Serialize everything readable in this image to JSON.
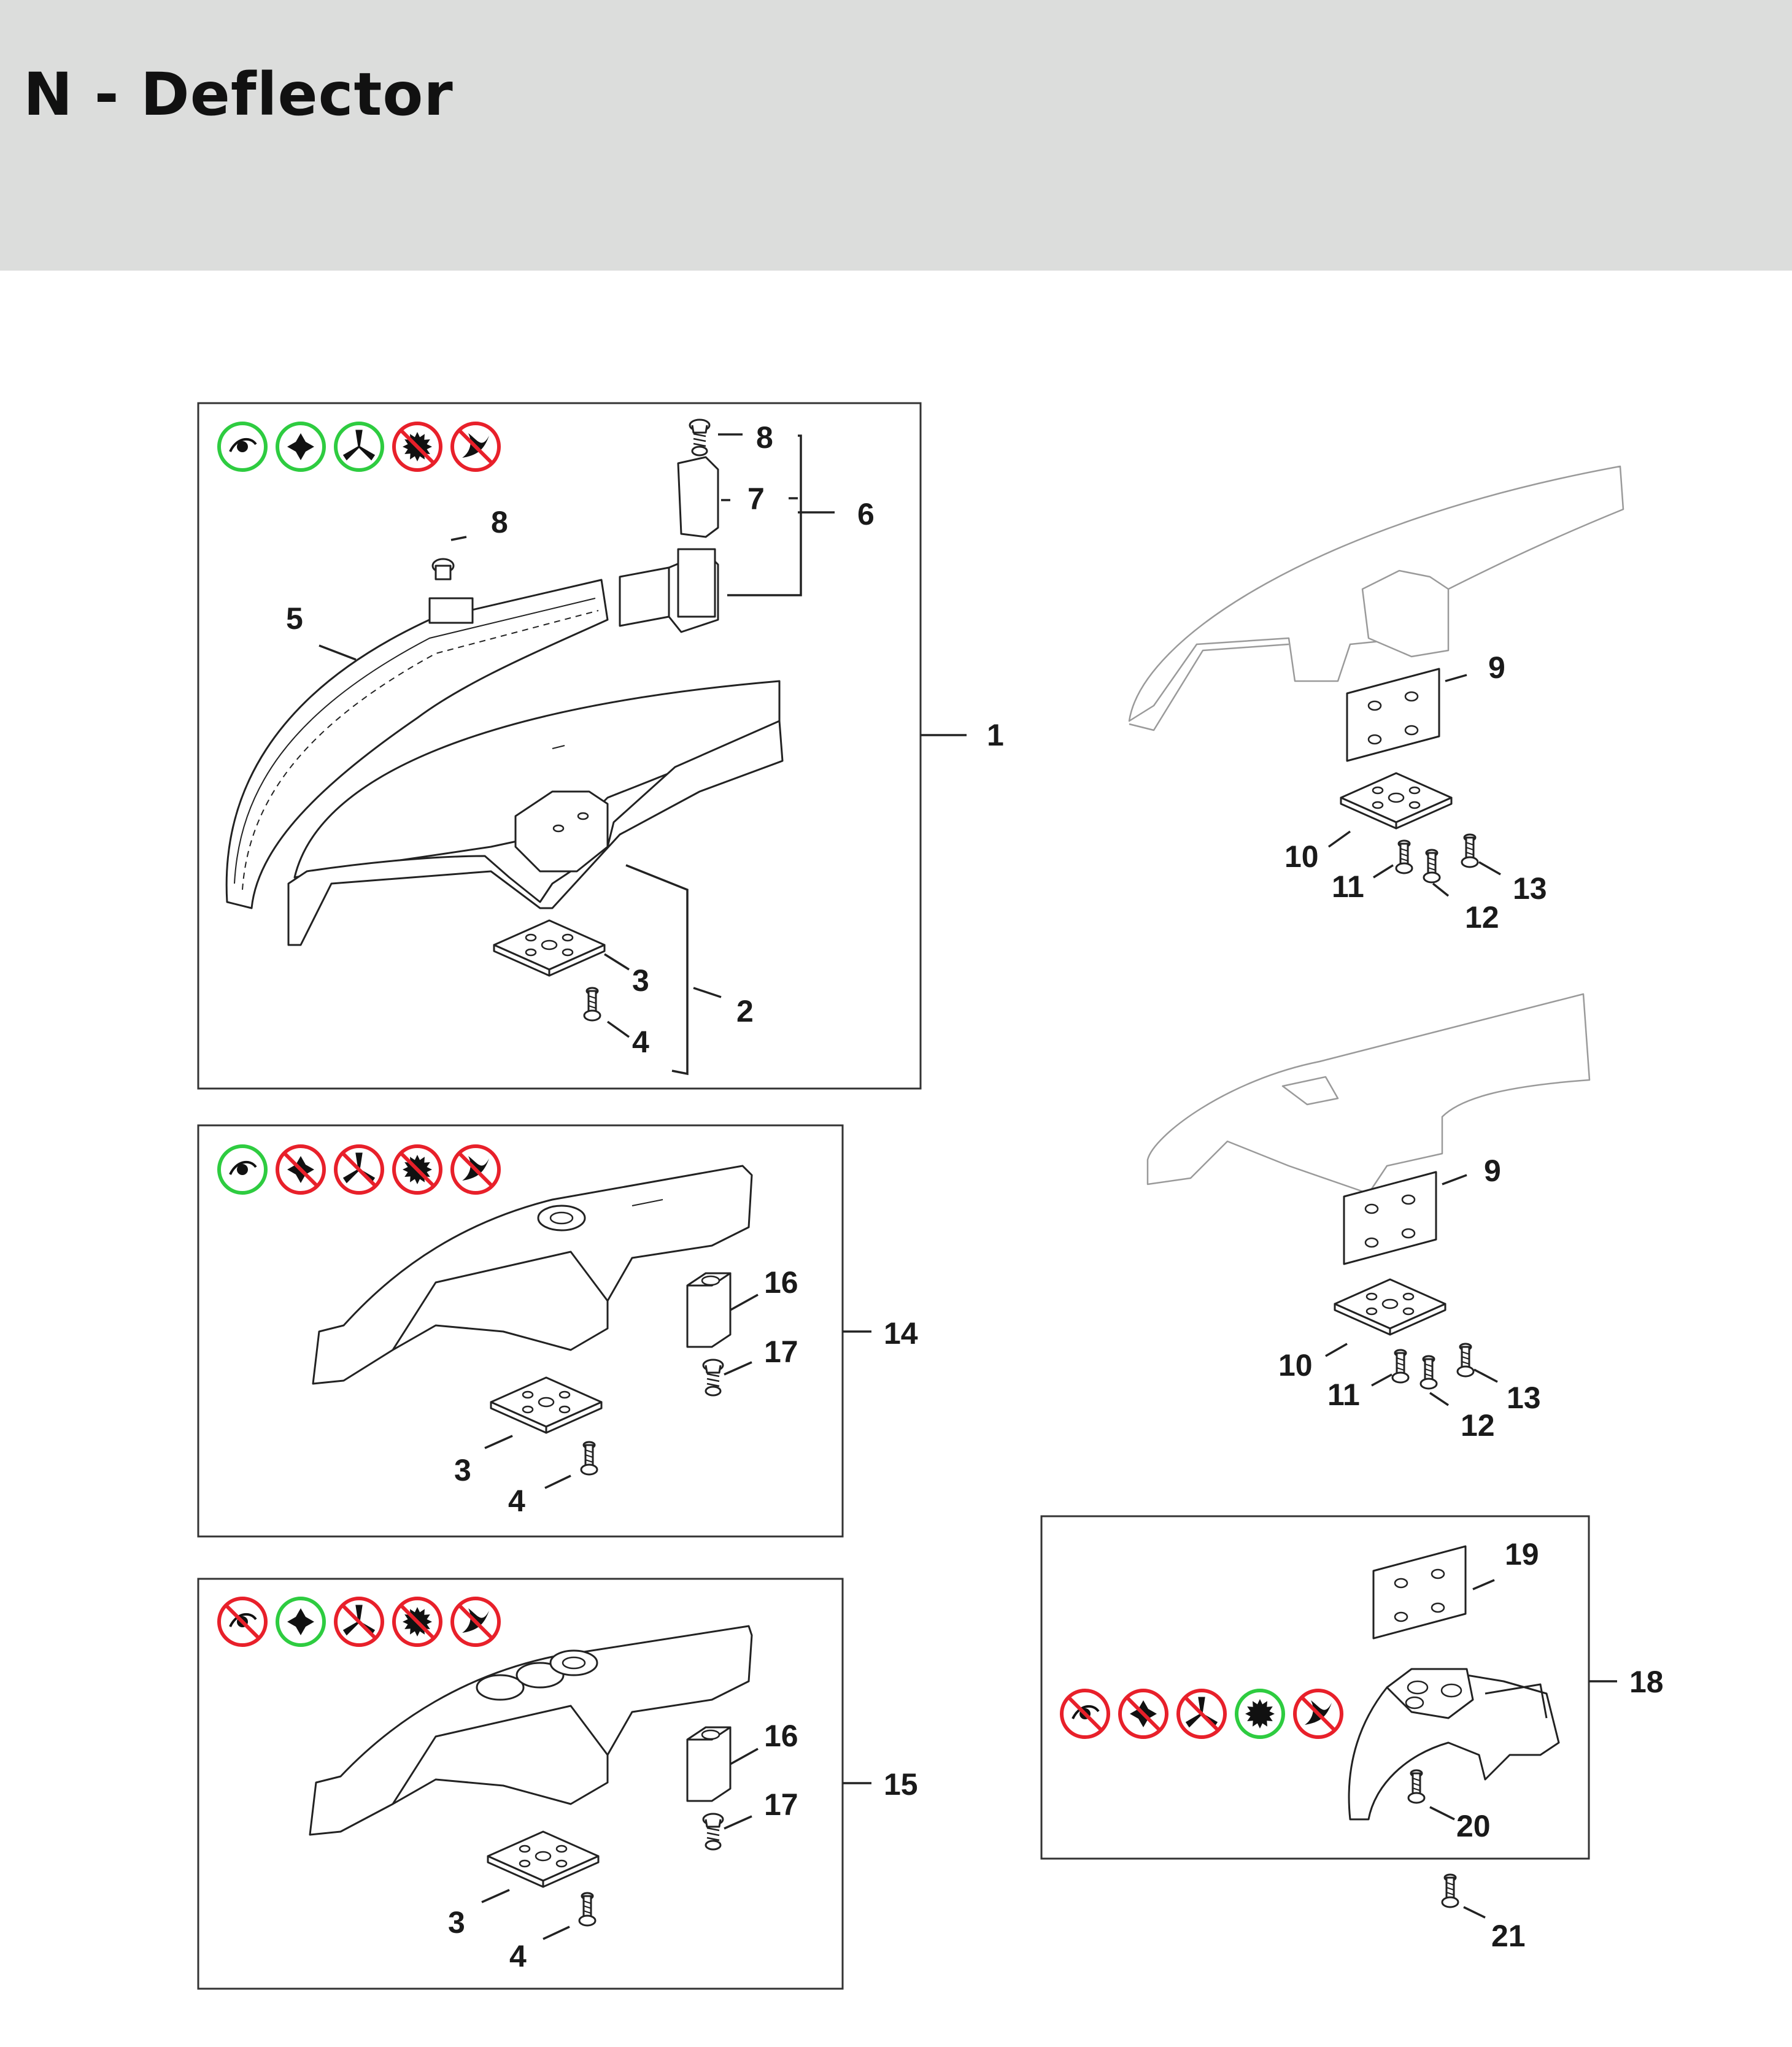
{
  "page": {
    "title": "N - Deflector"
  },
  "colors": {
    "header_bg": "#dcdddc",
    "allowed": "#2ecc40",
    "not_allowed": "#e8202a"
  },
  "icon_names": [
    "mowing-head-icon",
    "polycut-head-icon",
    "grass-cutting-blade-icon",
    "circular-saw-blade-icon",
    "shredder-blade-icon"
  ],
  "groups": {
    "g1": {
      "label": "1",
      "icons": [
        "allowed",
        "allowed",
        "allowed",
        "not_allowed",
        "not_allowed"
      ]
    },
    "g14": {
      "label": "14",
      "icons": [
        "allowed",
        "not_allowed",
        "not_allowed",
        "not_allowed",
        "not_allowed"
      ]
    },
    "g15": {
      "label": "15",
      "icons": [
        "not_allowed",
        "allowed",
        "not_allowed",
        "not_allowed",
        "not_allowed"
      ]
    },
    "g18": {
      "label": "18",
      "icons": [
        "not_allowed",
        "not_allowed",
        "not_allowed",
        "allowed",
        "not_allowed"
      ]
    }
  },
  "callouts": {
    "p2": "2",
    "p3": "3",
    "p4": "4",
    "p5": "5",
    "p6": "6",
    "p7": "7",
    "p8": "8",
    "p9": "9",
    "p10": "10",
    "p11": "11",
    "p12": "12",
    "p13": "13",
    "p16": "16",
    "p17": "17",
    "p19": "19",
    "p20": "20",
    "p21": "21"
  }
}
